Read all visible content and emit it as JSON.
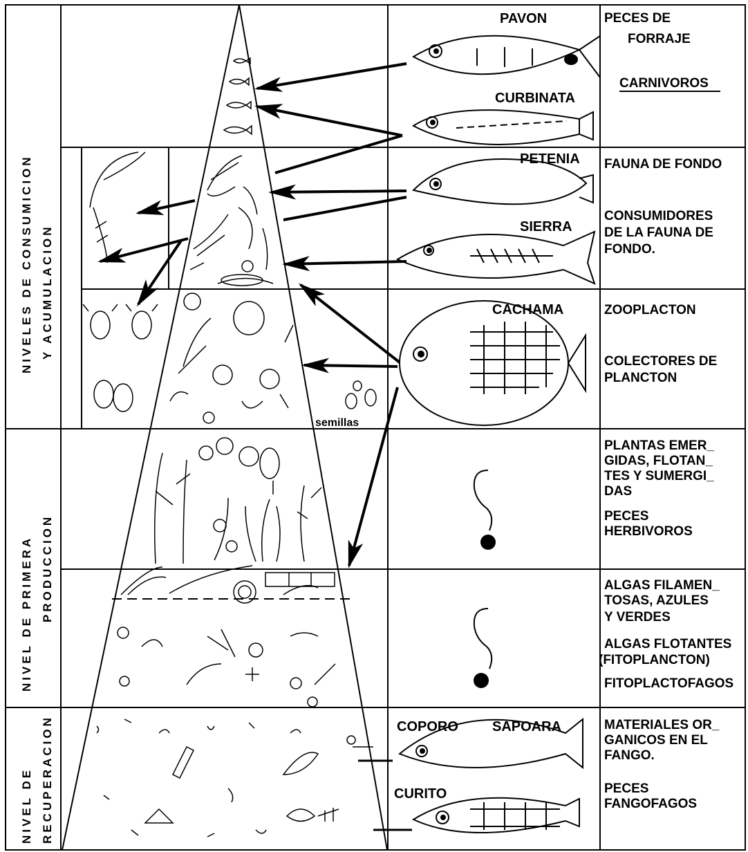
{
  "levels": {
    "consumption": [
      "NIVELES  DE  CONSUMICION",
      "Y  ACUMULACION"
    ],
    "primary": [
      "NIVEL  DE  PRIMERA",
      "PRODUCCION"
    ],
    "recovery": [
      "NIVEL  DE",
      "RECUPERACION"
    ]
  },
  "fish": {
    "pavon": "PAVON",
    "curbinata": "CURBINATA",
    "petenia": "PETENIA",
    "sierra": "SIERRA",
    "cachama": "CACHAMA",
    "coporo": "COPORO",
    "sapoara": "SAPOARA",
    "curito": "CURITO"
  },
  "semillas": "semillas",
  "right": {
    "r1": {
      "a": "PECES DE",
      "b": "FORRAJE",
      "c": "CARNIVOROS"
    },
    "r2": {
      "a": "FAUNA DE FONDO",
      "b": "CONSUMIDORES",
      "c": "DE LA FAUNA DE",
      "d": "FONDO."
    },
    "r3": {
      "a": "ZOOPLACTON",
      "b": "COLECTORES  DE",
      "c": "PLANCTON"
    },
    "r4": {
      "a": "PLANTAS EMER_",
      "b": "GIDAS, FLOTAN_",
      "c": "TES Y SUMERGI_",
      "d": "DAS",
      "e": "PECES",
      "f": "HERBIVOROS"
    },
    "r5": {
      "a": "ALGAS FILAMEN_",
      "b": "TOSAS, AZULES",
      "c": "Y VERDES",
      "d": "ALGAS FLOTANTES",
      "e": "(FITOPLANCTON)",
      "f": "FITOPLACTOFAGOS"
    },
    "r6": {
      "a": "MATERIALES OR_",
      "b": "GANICOS EN EL",
      "c": "FANGO.",
      "d": "PECES",
      "e": "FANGOFAGOS"
    }
  }
}
